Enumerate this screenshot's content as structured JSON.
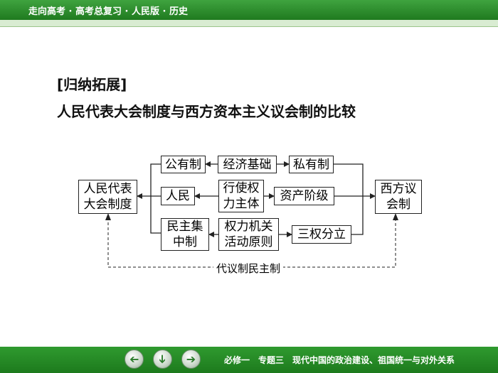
{
  "header": {
    "title": "走向高考 · 高考总复习 · 人民版 · 历史"
  },
  "content": {
    "heading": "[归纳拓展]",
    "subheading": "人民代表大会制度与西方资本主义议会制的比较"
  },
  "diagram": {
    "left_node": "人民代表\n大会制度",
    "right_node": "西方议\n会制",
    "rows": [
      {
        "left": "公有制",
        "middle": "经济基础",
        "right": "私有制"
      },
      {
        "left": "人民",
        "middle": "行使权\n力主体",
        "right": "资产阶级"
      },
      {
        "left": "民主集\n中制",
        "middle": "权力机关\n活动原则",
        "right": "三权分立"
      }
    ],
    "dashed_label": "代议制民主制"
  },
  "footer": {
    "prev_icon": "left-arrow-icon",
    "down_icon": "down-arrow-icon",
    "next_icon": "right-arrow-icon",
    "text": "必修一　专题三　现代中国的政治建设、祖国统一与对外关系"
  },
  "colors": {
    "bar_green": "#2a8a2a",
    "stripe": "#d9ecd2"
  }
}
